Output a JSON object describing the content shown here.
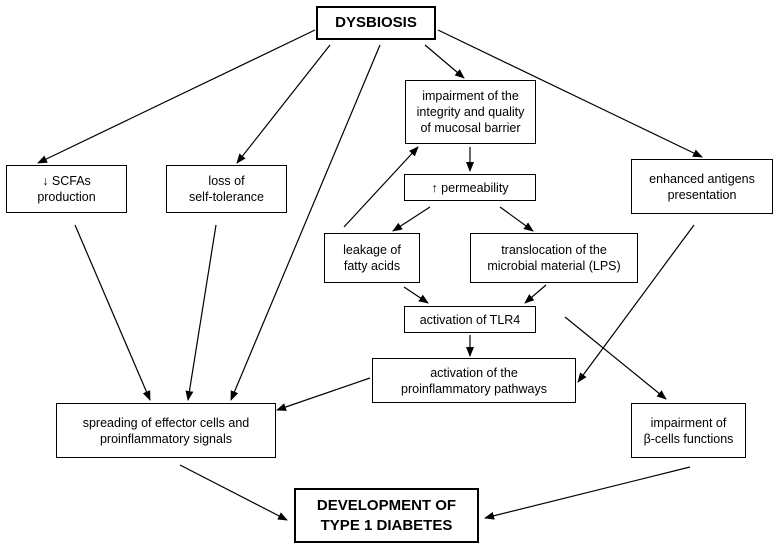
{
  "nodes": {
    "dysbiosis": "DYSBIOSIS",
    "scfa": "↓ SCFAs\nproduction",
    "self_tolerance": "loss of\nself-tolerance",
    "impairment_barrier": "impairment of the\nintegrity and quality\nof mucosal barrier",
    "permeability": "↑ permeability",
    "leakage": "leakage of\nfatty acids",
    "translocation": "translocation of the\nmicrobial material (LPS)",
    "enhanced_antigens": "enhanced antigens\npresentation",
    "tlr4": "activation of TLR4",
    "proinflammatory_pathways": "activation of the\nproinflammatory pathways",
    "spreading": "spreading of effector cells and\nproinflammatory signals",
    "beta_cells": "impairment of\nβ-cells functions",
    "development": "DEVELOPMENT OF\nTYPE 1 DIABETES"
  },
  "edges": [
    [
      "dysbiosis",
      "scfa"
    ],
    [
      "dysbiosis",
      "self_tolerance"
    ],
    [
      "dysbiosis",
      "spreading"
    ],
    [
      "dysbiosis",
      "impairment_barrier"
    ],
    [
      "dysbiosis",
      "enhanced_antigens"
    ],
    [
      "impairment_barrier",
      "permeability"
    ],
    [
      "permeability",
      "leakage"
    ],
    [
      "permeability",
      "translocation"
    ],
    [
      "leakage",
      "impairment_barrier"
    ],
    [
      "leakage",
      "tlr4"
    ],
    [
      "translocation",
      "tlr4"
    ],
    [
      "tlr4",
      "proinflammatory_pathways"
    ],
    [
      "tlr4",
      "beta_cells"
    ],
    [
      "enhanced_antigens",
      "proinflammatory_pathways"
    ],
    [
      "proinflammatory_pathways",
      "spreading"
    ],
    [
      "scfa",
      "spreading"
    ],
    [
      "self_tolerance",
      "spreading"
    ],
    [
      "spreading",
      "development"
    ],
    [
      "beta_cells",
      "development"
    ]
  ]
}
